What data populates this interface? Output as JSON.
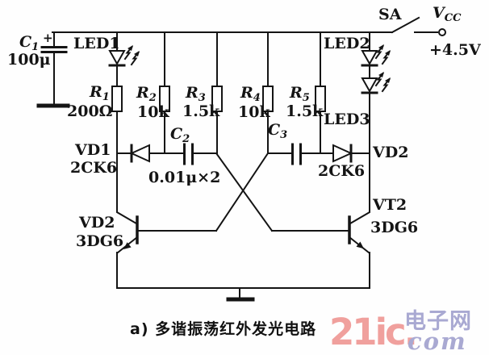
{
  "caption": "a) 多谐振荡红外发光电路",
  "power": {
    "switch": "SA",
    "vcc_sym": "V",
    "vcc_sub": "CC",
    "voltage": "+4.5V"
  },
  "c1": {
    "sym": "C",
    "sub": "1",
    "value": "100μ",
    "plus": "+"
  },
  "c2": {
    "sym": "C",
    "sub": "2"
  },
  "c3": {
    "sym": "C",
    "sub": "3"
  },
  "cap_note": "0.01μ×2",
  "leds": {
    "led1": "LED1",
    "led2": "LED2",
    "led3": "LED3"
  },
  "resistors": [
    {
      "sym": "R",
      "sub": "1",
      "value": "200Ω"
    },
    {
      "sym": "R",
      "sub": "2",
      "value": "10k"
    },
    {
      "sym": "R",
      "sub": "3",
      "value": "1.5k"
    },
    {
      "sym": "R",
      "sub": "4",
      "value": "10k"
    },
    {
      "sym": "R",
      "sub": "5",
      "value": "1.5k"
    }
  ],
  "diodes": {
    "vd1": {
      "name": "VD1",
      "part": "2CK6"
    },
    "vd2": {
      "name": "VD2",
      "part": "2CK6"
    }
  },
  "transistors": {
    "left": {
      "name": "VD2",
      "part": "3DG6"
    },
    "right": {
      "name": "VT2",
      "part": "3DG6"
    }
  },
  "logo": {
    "brand": "21ic.",
    "cn": "电子网",
    "com": "com",
    "brand_color": "#f0a09d",
    "accent_color": "#a9a9d2"
  }
}
